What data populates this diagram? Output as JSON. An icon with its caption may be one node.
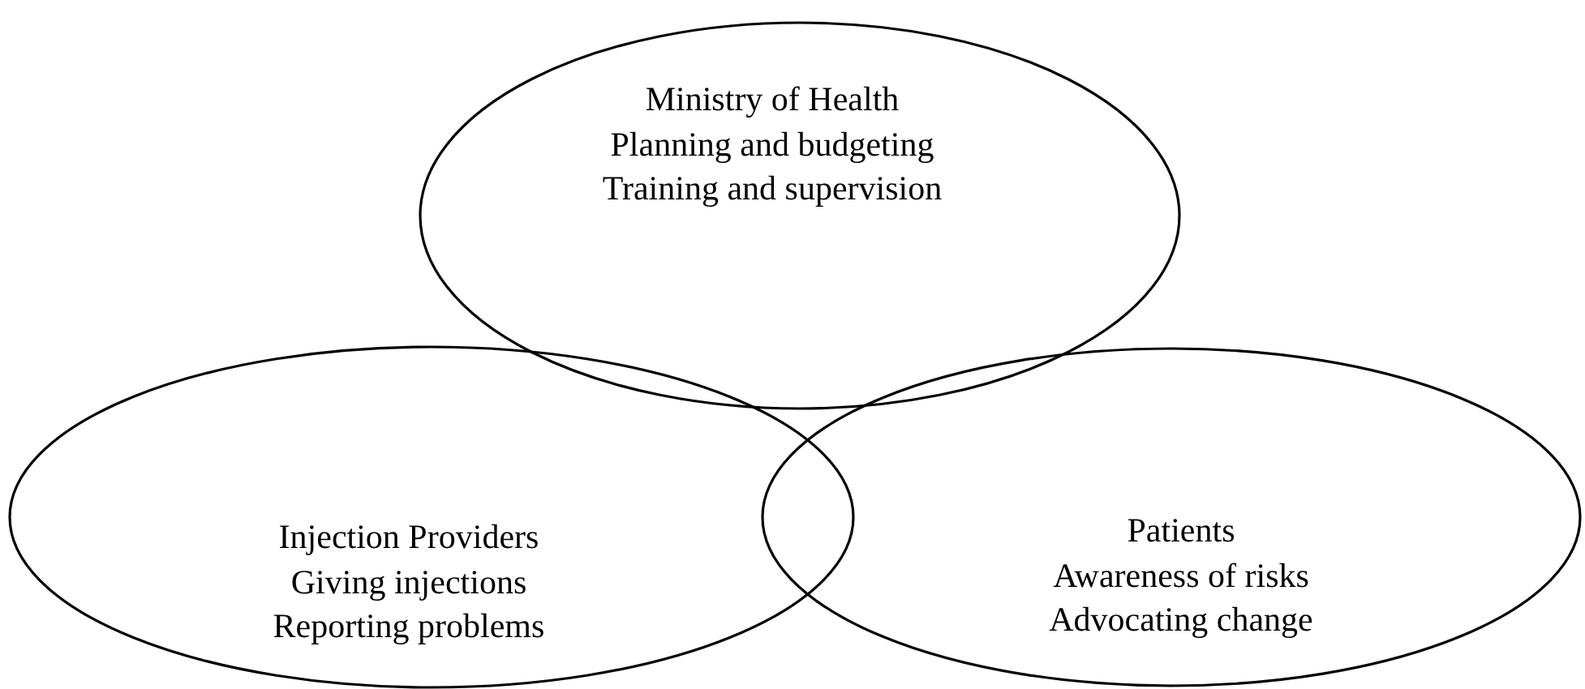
{
  "diagram": {
    "nodes": [
      {
        "text": [
          "Ministry of Health",
          "Planning and budgeting",
          "Training and supervision"
        ]
      },
      {
        "text": [
          "Injection Providers",
          "Giving injections",
          "Reporting problems"
        ]
      },
      {
        "text": [
          "Patients",
          "Awareness of risks",
          "Advocating change"
        ]
      }
    ]
  }
}
